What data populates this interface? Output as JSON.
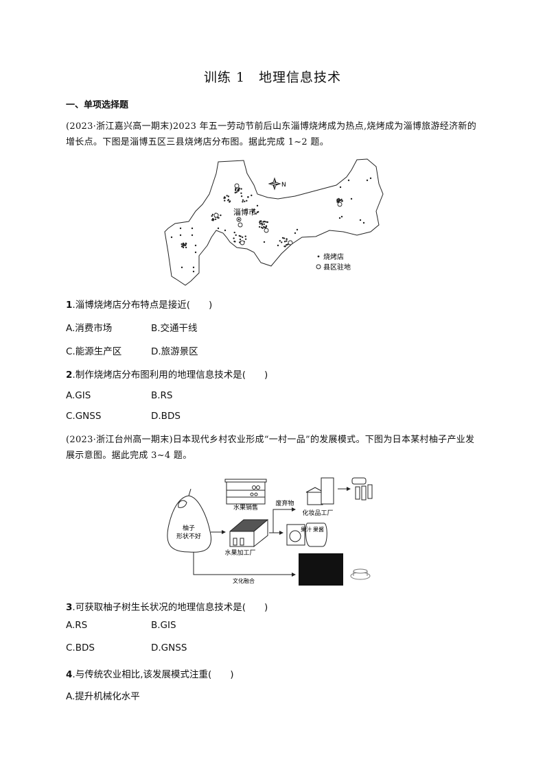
{
  "title": "训练 1　地理信息技术",
  "section": "一、单项选择题",
  "passage1": "(2023·浙江嘉兴高一期末)2023 年五一劳动节前后山东淄博烧烤成为热点,烧烤成为淄博旅游经济新的增长点。下图是淄博五区三县烧烤店分布图。据此完成 1~2 题。",
  "map": {
    "city_label": "淄博市",
    "north_label": "N",
    "legend": [
      {
        "symbol": "dot",
        "label": "烧烤店"
      },
      {
        "symbol": "circle",
        "label": "县区驻地"
      }
    ]
  },
  "questions": [
    {
      "num": "1",
      "stem": ".淄博烧烤店分布特点是接近(　　)",
      "options": [
        "A.消费市场",
        "B.交通干线",
        "C.能源生产区",
        "D.旅游景区"
      ]
    },
    {
      "num": "2",
      "stem": ".制作烧烤店分布图利用的地理信息技术是(　　)",
      "options": [
        "A.GIS",
        "B.RS",
        "C.GNSS",
        "D.BDS"
      ]
    },
    {
      "num": "3",
      "stem": ".可获取柚子树生长状况的地理信息技术是(　　)",
      "options": [
        "A.RS",
        "B.GIS",
        "C.BDS",
        "D.GNSS"
      ]
    },
    {
      "num": "4",
      "stem": ".与传统农业相比,该发展模式注重(　　)",
      "options": [
        "A.提升机械化水平"
      ]
    }
  ],
  "passage2": "(2023·浙江台州高一期末)日本现代乡村农业形成“一村一品”的发展模式。下图为日本某村柚子产业发展示意图。据此完成 3~4 题。",
  "diagram": {
    "pomelo_line1": "柚子",
    "pomelo_line2": "形状不好",
    "fruit_sales": "水果销售",
    "processing_plant": "水果加工厂",
    "waste": "废弃物",
    "cosmetics_factory": "化妆品工厂",
    "juice": "果汁",
    "jam": "果酱",
    "culture": "文化融合"
  }
}
